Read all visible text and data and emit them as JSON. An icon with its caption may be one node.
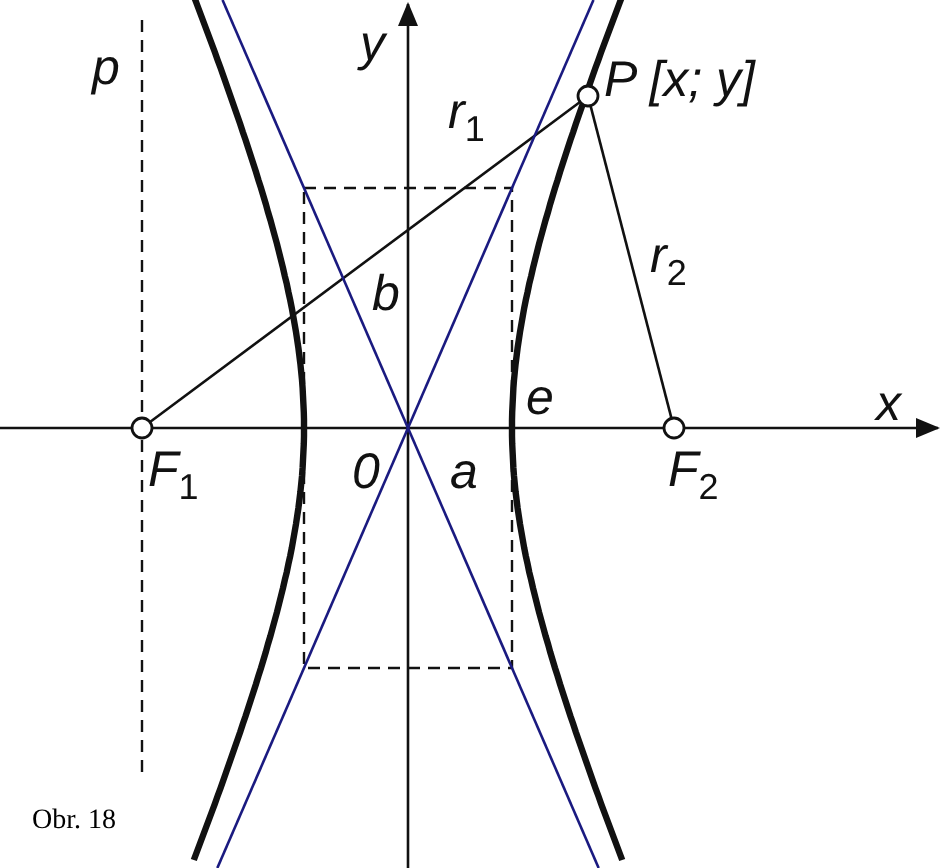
{
  "diagram": {
    "caption": "Obr. 18",
    "nodes": [
      {
        "text": [],
        "shape": "circle",
        "beside": [
          "F$_{1}$"
        ]
      },
      {
        "text": [],
        "shape": "circle",
        "beside": [
          "P [x; y]"
        ]
      },
      {
        "text": [],
        "shape": "circle",
        "beside": [
          "F$_{2}$"
        ]
      }
    ],
    "edges": [
      {
        "from": 0,
        "to": 1,
        "arrow": "none",
        "label": "r$_{1}$"
      },
      {
        "from": 1,
        "to": 2,
        "arrow": "none",
        "label": "r$_{2}$"
      }
    ],
    "labels": [
      "p",
      "y",
      "b",
      "e",
      "x",
      "0",
      "a"
    ]
  }
}
